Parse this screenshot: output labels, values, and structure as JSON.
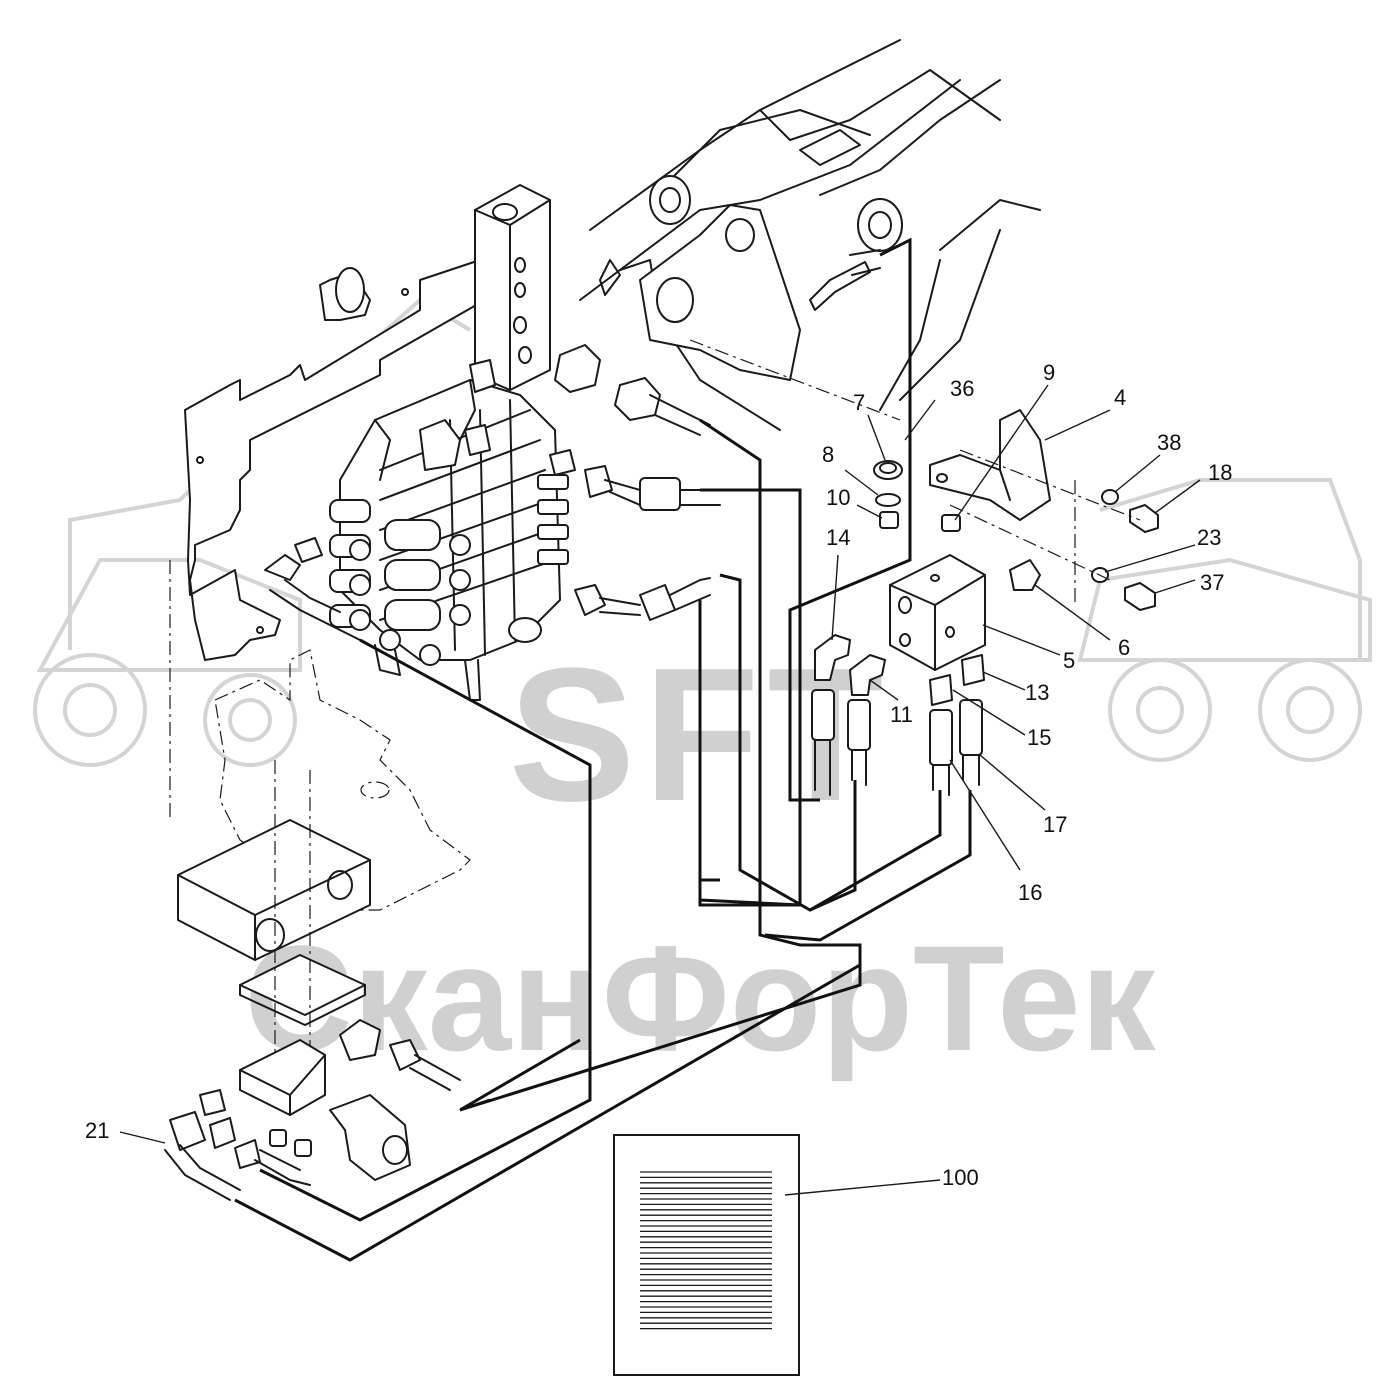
{
  "watermark": {
    "logo_text": "SFT",
    "company_name": "СканФорТек",
    "color": "#d0d0d0"
  },
  "callouts": [
    {
      "id": "c4",
      "label": "4"
    },
    {
      "id": "c5",
      "label": "5"
    },
    {
      "id": "c6",
      "label": "6"
    },
    {
      "id": "c7",
      "label": "7"
    },
    {
      "id": "c8",
      "label": "8"
    },
    {
      "id": "c9",
      "label": "9"
    },
    {
      "id": "c10",
      "label": "10"
    },
    {
      "id": "c11",
      "label": "11"
    },
    {
      "id": "c13",
      "label": "13"
    },
    {
      "id": "c14",
      "label": "14"
    },
    {
      "id": "c15",
      "label": "15"
    },
    {
      "id": "c16",
      "label": "16"
    },
    {
      "id": "c17",
      "label": "17"
    },
    {
      "id": "c18",
      "label": "18"
    },
    {
      "id": "c21",
      "label": "21"
    },
    {
      "id": "c23",
      "label": "23"
    },
    {
      "id": "c36",
      "label": "36"
    },
    {
      "id": "c37",
      "label": "37"
    },
    {
      "id": "c38",
      "label": "38"
    },
    {
      "id": "c100",
      "label": "100"
    }
  ]
}
